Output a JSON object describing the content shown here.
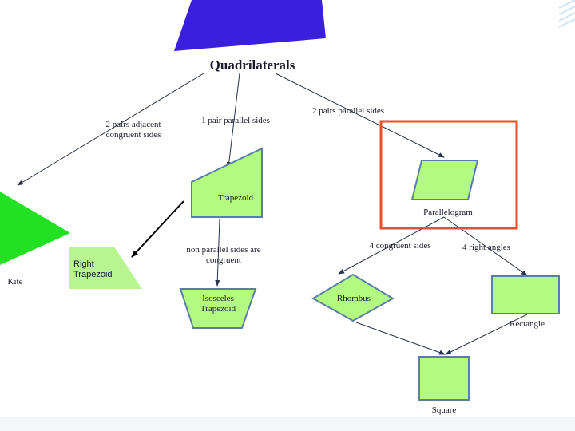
{
  "title": "Quadrilaterals",
  "edge_labels": {
    "adjacent_congruent": "2 pairs adjacent congruent sides",
    "one_pair_parallel": "1 pair parallel sides",
    "two_pairs_parallel": "2 pairs parallel sides",
    "non_parallel_congruent": "non parallel sides are congruent",
    "four_congruent": "4 congruent sides",
    "four_right_angles": "4 right angles"
  },
  "shapes": {
    "kite": "Kite",
    "trapezoid": "Trapezoid",
    "right_trapezoid": "Right Trapezoid",
    "isosceles_trapezoid": "Isosceles Trapezoid",
    "parallelogram": "Parallelogram",
    "rhombus": "Rhombus",
    "rectangle": "Rectangle",
    "square": "Square"
  },
  "colors": {
    "shape_fill": "#b2fa80",
    "shape_stroke": "#5a7ea8",
    "kite_fill": "#22e022",
    "right_trapezoid_fill": "#b8f590",
    "top_shape_fill": "#3a20dc",
    "highlight": "#e8502a",
    "arrow": "#283248"
  }
}
